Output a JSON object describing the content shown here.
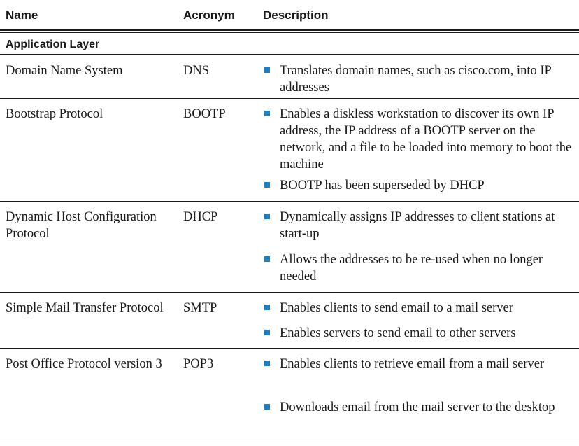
{
  "header": {
    "name": "Name",
    "acronym": "Acronym",
    "description": "Description"
  },
  "section": {
    "title": "Application Layer"
  },
  "rows": [
    {
      "name": "Domain Name System",
      "acronym": "DNS",
      "bullets": [
        "Translates domain names, such as cisco.com, into IP addresses"
      ]
    },
    {
      "name": "Bootstrap Protocol",
      "acronym": "BOOTP",
      "bullets": [
        "Enables a diskless workstation to discover its own IP address, the IP address of a BOOTP server on the network, and a file to be loaded into memory to boot the machine",
        "BOOTP has been superseded by DHCP"
      ]
    },
    {
      "name": "Dynamic Host Configuration Protocol",
      "acronym": "DHCP",
      "bullets": [
        "Dynamically assigns IP addresses to client stations at start-up",
        "Allows the addresses to be re-used when no longer needed"
      ]
    },
    {
      "name": "Simple Mail Transfer Protocol",
      "acronym": "SMTP",
      "bullets": [
        "Enables clients to send email to a mail server",
        "Enables servers to send email to other servers"
      ]
    },
    {
      "name": "Post Office Protocol version 3",
      "acronym": "POP3",
      "bullets": [
        "Enables clients to retrieve email from a mail server",
        "Downloads email from the mail server to the desktop"
      ]
    }
  ],
  "colors": {
    "bullet": "#1e7ec2",
    "rule": "#1a1a1a"
  }
}
